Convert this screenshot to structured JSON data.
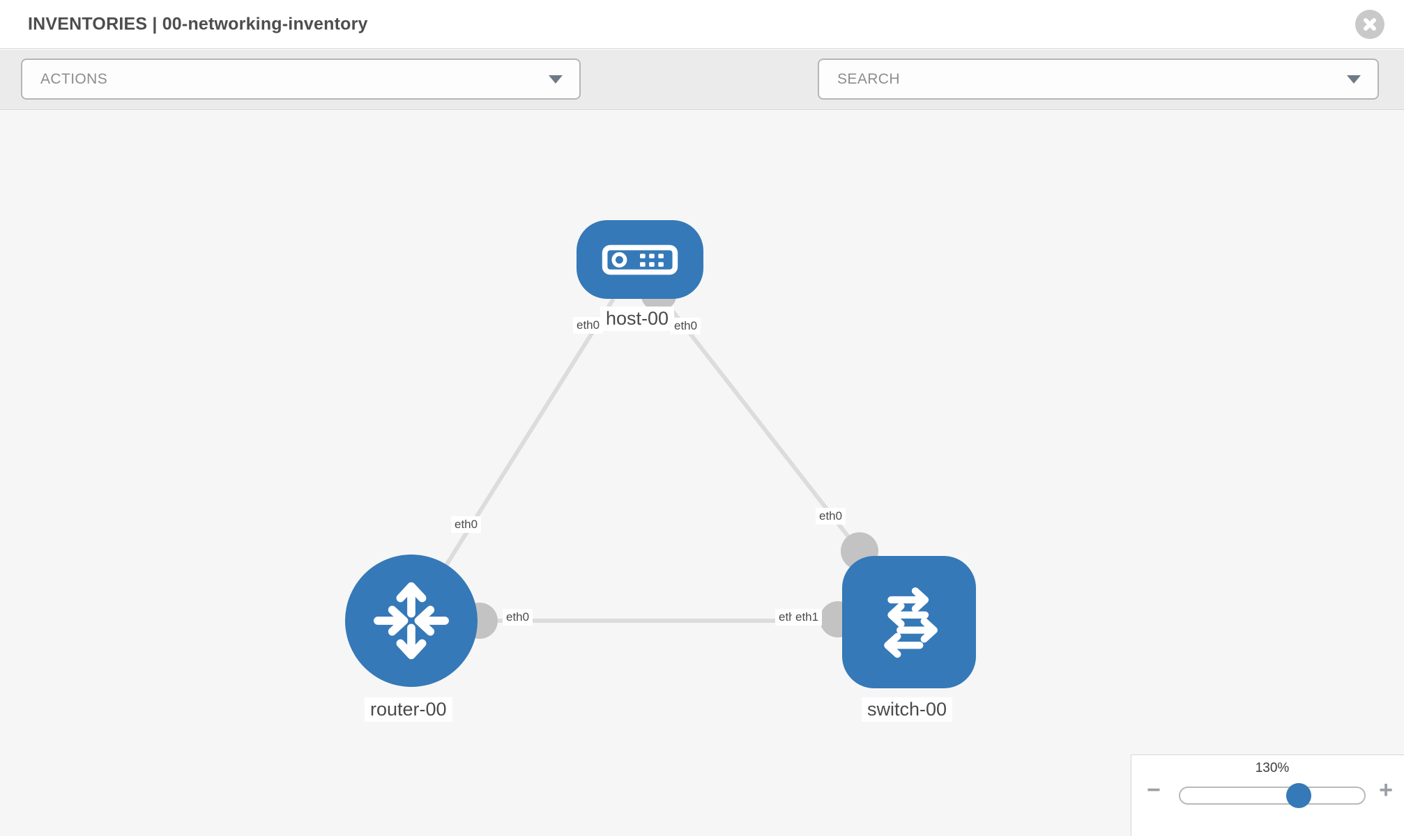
{
  "header": {
    "title": "INVENTORIES | 00-networking-inventory"
  },
  "toolbar": {
    "actions_label": "ACTIONS",
    "search_label": "SEARCH",
    "tool_icons": [
      "wrench-icon",
      "key-icon"
    ]
  },
  "graph": {
    "nodes": [
      {
        "id": "host-00",
        "type": "host",
        "label": "host-00"
      },
      {
        "id": "router-00",
        "type": "router",
        "label": "router-00"
      },
      {
        "id": "switch-00",
        "type": "switch",
        "label": "switch-00"
      }
    ],
    "links": [
      {
        "from": "host-00",
        "to": "router-00",
        "from_label": "eth0",
        "to_label": "eth0"
      },
      {
        "from": "host-00",
        "to": "switch-00",
        "from_label": "eth0",
        "to_label": "eth0"
      },
      {
        "from": "router-00",
        "to": "switch-00",
        "from_label": "eth0",
        "to_label_under": "eth0",
        "to_label_over": "eth1"
      }
    ]
  },
  "zoom": {
    "level": "130%",
    "minus_glyph": "−",
    "plus_glyph": "+"
  },
  "colors": {
    "node_blue": "#3579b8",
    "link_gray": "#dcdcdc",
    "connector_gray": "#c3c3c3"
  }
}
